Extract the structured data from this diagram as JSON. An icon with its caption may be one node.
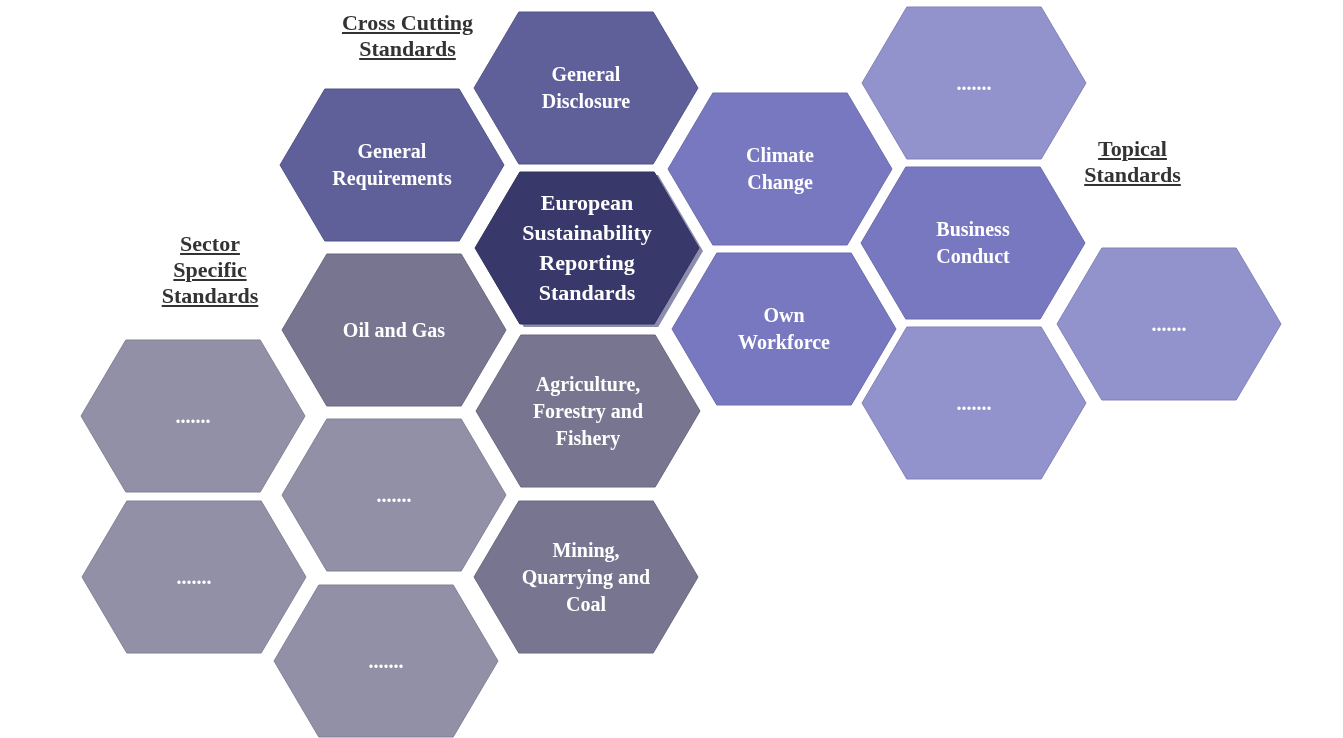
{
  "diagram": {
    "nodes": [
      {
        "text": [
          "General Disclosure"
        ]
      },
      {
        "text": [
          "General Requirements"
        ]
      },
      {
        "text": [
          "European Sustainability Reporting Standards"
        ]
      },
      {
        "text": [
          "Climate Change"
        ]
      },
      {
        "text": [
          "Oil and Gas"
        ]
      },
      {
        "text": [
          "Own Workforce"
        ]
      },
      {
        "text": [
          "Agriculture, Forestry and Fishery"
        ]
      },
      {
        "text": [
          "......."
        ]
      },
      {
        "text": [
          "Business Conduct"
        ]
      },
      {
        "text": [
          "......."
        ]
      },
      {
        "text": [
          "......."
        ]
      },
      {
        "text": [
          "......."
        ]
      },
      {
        "text": [
          "......."
        ]
      },
      {
        "text": [
          "Mining, Quarrying and Coal"
        ]
      },
      {
        "text": [
          "......."
        ]
      },
      {
        "text": [
          "......."
        ]
      }
    ],
    "labels": [
      "Cross Cutting Standards",
      "Topical Standards",
      "Sector Specific Standards"
    ]
  }
}
